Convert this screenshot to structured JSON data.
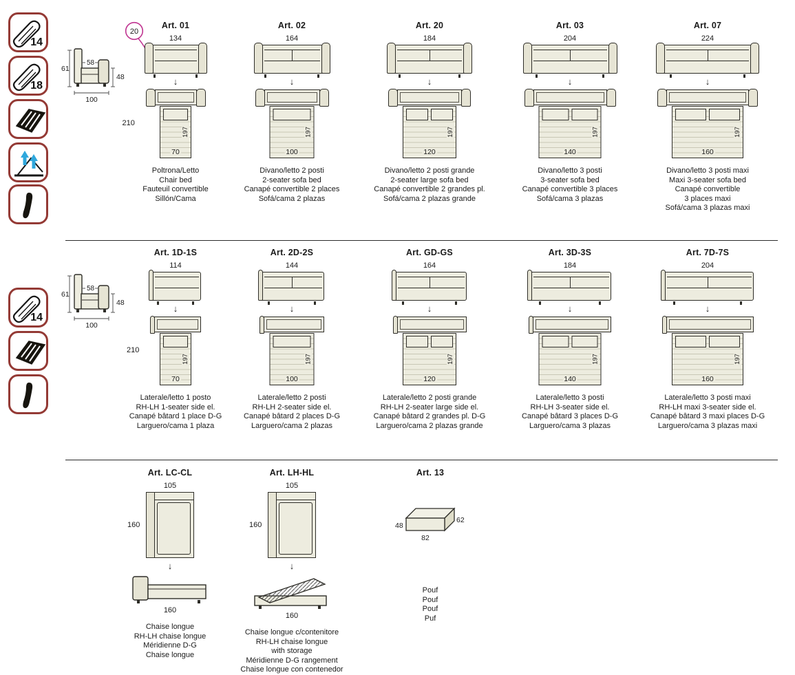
{
  "colors": {
    "outline": "#2e2d28",
    "fill": "#edecdf",
    "icon_border": "#943a35",
    "annotation": "#bf3390",
    "arrow_blue": "#2fa8dd"
  },
  "icons_section1": [
    {
      "name": "mattress-icon",
      "label": "14"
    },
    {
      "name": "mattress-icon",
      "label": "18"
    },
    {
      "name": "slatted-base-icon",
      "label": ""
    },
    {
      "name": "lift-mechanism-icon",
      "label": ""
    },
    {
      "name": "leg-icon",
      "label": ""
    }
  ],
  "icons_section2": [
    {
      "name": "mattress-icon",
      "label": "14"
    },
    {
      "name": "slatted-base-icon",
      "label": ""
    },
    {
      "name": "leg-icon",
      "label": ""
    }
  ],
  "side_view": {
    "height": "61",
    "inner": "58",
    "seat_height": "48",
    "depth": "100",
    "arm_annotation": "20"
  },
  "section1": {
    "depth_label": "210",
    "products": [
      {
        "art": "Art. 01",
        "width": "134",
        "bed_width": "70",
        "bed_length": "197",
        "desc": [
          "Poltrona/Letto",
          "Chair bed",
          "Fauteuil convertible",
          "Sillón/Cama"
        ]
      },
      {
        "art": "Art. 02",
        "width": "164",
        "bed_width": "100",
        "bed_length": "197",
        "desc": [
          "Divano/letto 2 posti",
          "2-seater sofa bed",
          "Canapé convertible 2 places",
          "Sofá/cama 2 plazas"
        ]
      },
      {
        "art": "Art. 20",
        "width": "184",
        "bed_width": "120",
        "bed_length": "197",
        "desc": [
          "Divano/letto 2 posti grande",
          "2-seater large sofa bed",
          "Canapé convertible 2 grandes pl.",
          "Sofá/cama 2 plazas grande"
        ]
      },
      {
        "art": "Art. 03",
        "width": "204",
        "bed_width": "140",
        "bed_length": "197",
        "desc": [
          "Divano/letto 3 posti",
          "3-seater sofa bed",
          "Canapé convertible 3 places",
          "Sofá/cama 3 plazas"
        ]
      },
      {
        "art": "Art. 07",
        "width": "224",
        "bed_width": "160",
        "bed_length": "197",
        "desc": [
          "Divano/letto 3 posti maxi",
          "Maxi 3-seater sofa bed",
          "Canapé convertible",
          "3 places maxi",
          "Sofá/cama 3 plazas maxi"
        ]
      }
    ]
  },
  "section2": {
    "depth_label": "210",
    "products": [
      {
        "art": "Art. 1D-1S",
        "width": "114",
        "bed_width": "70",
        "bed_length": "197",
        "desc": [
          "Laterale/letto 1 posto",
          "RH-LH 1-seater side el.",
          "Canapé bâtard 1 place D-G",
          "Larguero/cama 1 plaza"
        ]
      },
      {
        "art": "Art. 2D-2S",
        "width": "144",
        "bed_width": "100",
        "bed_length": "197",
        "desc": [
          "Laterale/letto 2 posti",
          "RH-LH 2-seater side el.",
          "Canapé bâtard 2 places D-G",
          "Larguero/cama 2 plazas"
        ]
      },
      {
        "art": "Art. GD-GS",
        "width": "164",
        "bed_width": "120",
        "bed_length": "197",
        "desc": [
          "Laterale/letto 2 posti grande",
          "RH-LH 2-seater large side el.",
          "Canapé bâtard 2 grandes pl. D-G",
          "Larguero/cama 2 plazas grande"
        ]
      },
      {
        "art": "Art. 3D-3S",
        "width": "184",
        "bed_width": "140",
        "bed_length": "197",
        "desc": [
          "Laterale/letto 3 posti",
          "RH-LH 3-seater side el.",
          "Canapé bâtard 3 places D-G",
          "Larguero/cama 3 plazas"
        ]
      },
      {
        "art": "Art. 7D-7S",
        "width": "204",
        "bed_width": "160",
        "bed_length": "197",
        "desc": [
          "Laterale/letto 3 posti maxi",
          "RH-LH maxi 3-seater side el.",
          "Canapé bâtard 3 maxi places D-G",
          "Larguero/cama 3 plazas maxi"
        ]
      }
    ]
  },
  "section3": {
    "products": [
      {
        "art": "Art. LC-CL",
        "width": "105",
        "depth": "160",
        "open_width": "160",
        "desc": [
          "Chaise longue",
          "RH-LH chaise longue",
          "Méridienne D-G",
          "Chaise longue"
        ]
      },
      {
        "art": "Art. LH-HL",
        "width": "105",
        "depth": "160",
        "open_width": "160",
        "desc": [
          "Chaise longue c/contenitore",
          "RH-LH chaise longue",
          "with storage",
          "Méridienne D-G rangement",
          "Chaise longue con contenedor"
        ]
      },
      {
        "art": "Art. 13",
        "height": "48",
        "top_width": "82",
        "top_depth": "62",
        "desc": [
          "Pouf",
          "Pouf",
          "Pouf",
          "Puf"
        ]
      }
    ]
  }
}
